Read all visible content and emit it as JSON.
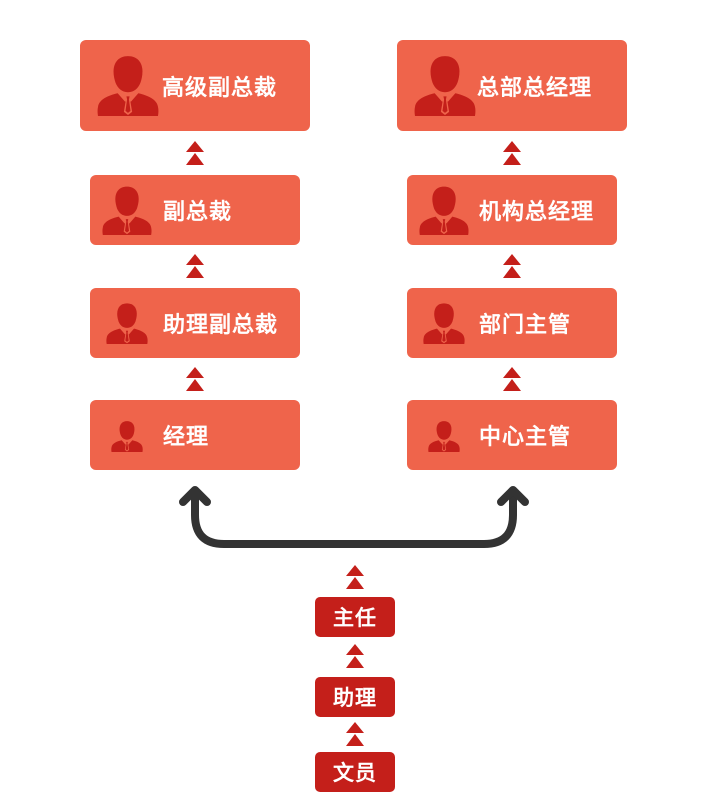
{
  "colors": {
    "box_fill": "#ef644b",
    "icon_fill": "#c41f1a",
    "chevron": "#c41f1a",
    "small_box_fill": "#c41f1a",
    "connector": "#333333",
    "text": "#ffffff"
  },
  "left_track": {
    "nodes": [
      {
        "label": "高级副总裁",
        "icon": "businessman-icon"
      },
      {
        "label": "副总裁",
        "icon": "businessman-icon"
      },
      {
        "label": "助理副总裁",
        "icon": "businessman-icon"
      },
      {
        "label": "经理",
        "icon": "businessman-icon"
      }
    ]
  },
  "right_track": {
    "nodes": [
      {
        "label": "总部总经理",
        "icon": "businessman-icon"
      },
      {
        "label": "机构总经理",
        "icon": "businessman-icon"
      },
      {
        "label": "部门主管",
        "icon": "businessman-icon"
      },
      {
        "label": "中心主管",
        "icon": "businessman-icon"
      }
    ]
  },
  "entry_track": {
    "nodes": [
      {
        "label": "主任"
      },
      {
        "label": "助理"
      },
      {
        "label": "文员"
      }
    ]
  },
  "connector": {
    "type": "split-arrow",
    "icon": "double-chevron-up-icon"
  }
}
